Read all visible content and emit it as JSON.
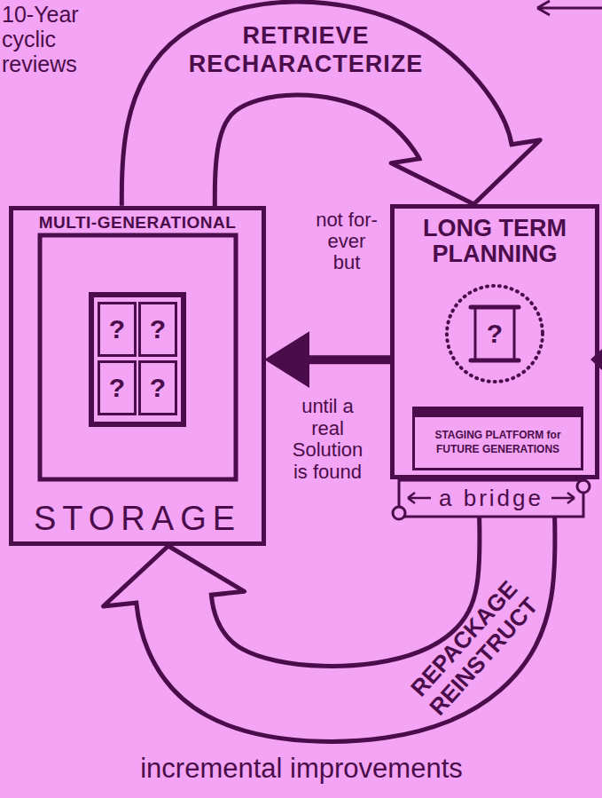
{
  "diagram": {
    "nodes": [
      {
        "text": [
          "MULTI-GENERATIONAL",
          "STORAGE"
        ]
      },
      {
        "text": [
          "?"
        ],
        "in": 0
      },
      {
        "text": [
          "?"
        ],
        "in": 0
      },
      {
        "text": [
          "?"
        ],
        "in": 0
      },
      {
        "text": [
          "?"
        ],
        "in": 0
      },
      {
        "text": [
          "LONG TERM PLANNING"
        ]
      },
      {
        "text": [
          "?"
        ],
        "in": 5
      },
      {
        "text": [
          "STAGING PLATFORM for FUTURE GENERATIONS"
        ],
        "in": 5
      },
      {
        "text": [
          "a bridge"
        ]
      }
    ],
    "edges": [
      {
        "from": 0,
        "to": 5,
        "arrow": "to",
        "label": "RETRIEVE RECHARACTERIZE"
      },
      {
        "from": 5,
        "to": 0,
        "arrow": "to",
        "label": "not for-ever but"
      },
      {
        "from": 5,
        "to": 0,
        "arrow": "to",
        "label": "REPACKAGE REINSTRUCT"
      }
    ],
    "labels": [
      "10-Year cyclic reviews",
      "until a real Solution is found",
      "incremental improvements"
    ]
  }
}
